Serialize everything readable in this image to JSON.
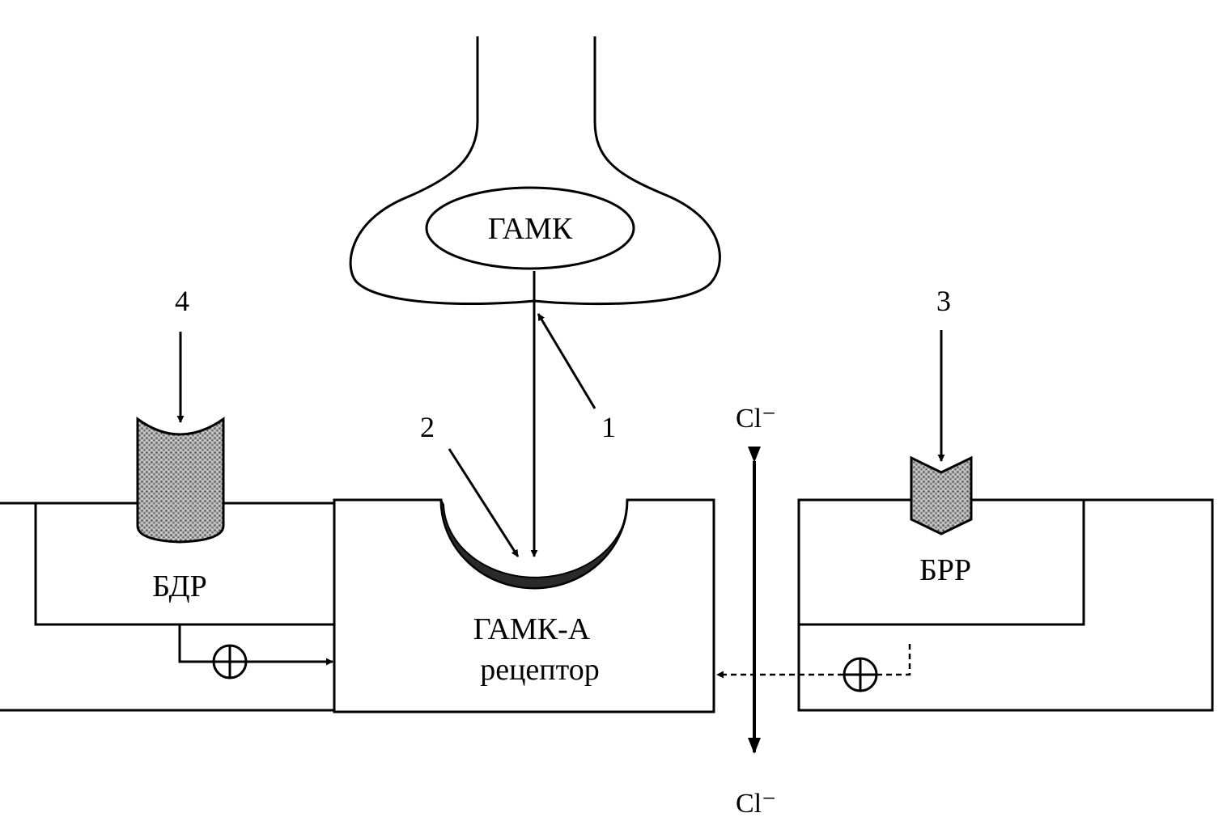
{
  "labels": {
    "gaba": "ГАМК",
    "receptor_line1": "ГАМК-А",
    "receptor_line2": "рецептор",
    "bdr": "БДР",
    "brr": "БРР",
    "chloride_top": "Cl⁻",
    "chloride_bottom": "Cl⁻",
    "marker_1": "1",
    "marker_2": "2",
    "marker_3": "3",
    "marker_4": "4"
  },
  "colors": {
    "stroke": "#000000",
    "background": "#ffffff",
    "stipple_fill": "#8c8c8c",
    "binding_site_fill": "#2a2a2a"
  },
  "icons": {
    "positive_modulation": "circled-plus"
  }
}
